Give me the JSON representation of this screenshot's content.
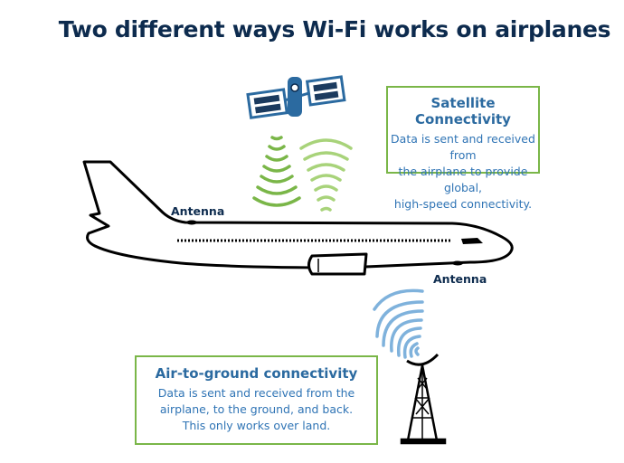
{
  "title": "Two different ways Wi-Fi works on airplanes",
  "satellite": {
    "heading": "Satellite Connectivity",
    "lines": [
      "Data is sent and received from",
      "the airplane to provide global,",
      "high-speed connectivity."
    ]
  },
  "air_to_ground": {
    "heading": "Air-to-ground connectivity",
    "lines": [
      "Data is sent and received from the",
      "airplane, to the ground, and back.",
      "This only works over land."
    ]
  },
  "labels": {
    "antenna_top": "Antenna",
    "antenna_bottom": "Antenna"
  },
  "colors": {
    "navy": "#0d2b4e",
    "blue": "#2b6aa0",
    "green": "#7ab648",
    "light_green": "#a8d37a",
    "light_blue": "#7fb2dc"
  }
}
